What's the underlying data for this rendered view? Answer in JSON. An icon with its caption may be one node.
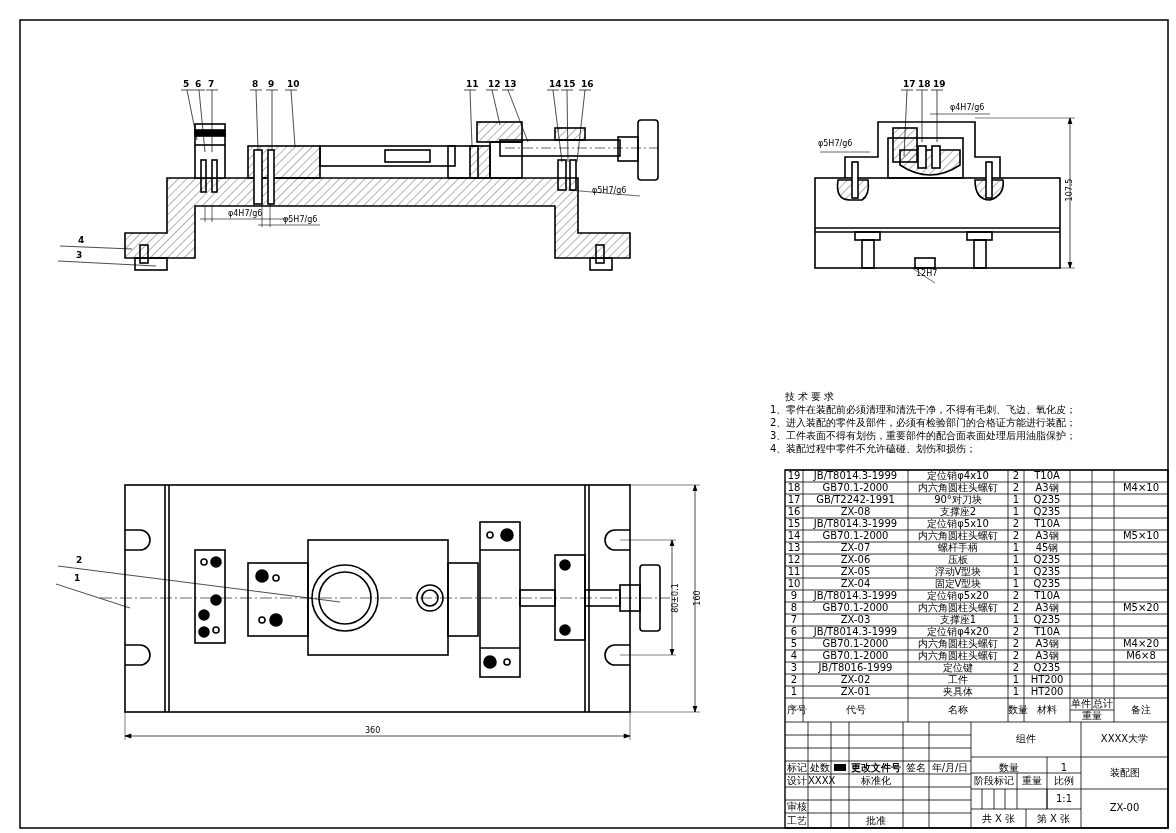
{
  "diagram": {
    "nodes": [
      {
        "text": [
          "5"
        ]
      },
      {
        "text": [
          "6"
        ]
      },
      {
        "text": [
          "7"
        ]
      },
      {
        "text": [
          "8"
        ]
      },
      {
        "text": [
          "9"
        ]
      },
      {
        "text": [
          "10"
        ]
      },
      {
        "text": [
          "11"
        ]
      },
      {
        "text": [
          "12"
        ]
      },
      {
        "text": [
          "13"
        ]
      },
      {
        "text": [
          "14"
        ]
      },
      {
        "text": [
          "15"
        ]
      },
      {
        "text": [
          "16"
        ]
      },
      {
        "text": [
          "17"
        ]
      },
      {
        "text": [
          "18"
        ]
      },
      {
        "text": [
          "19"
        ]
      },
      {
        "text": [
          "4"
        ]
      },
      {
        "text": [
          "3"
        ]
      },
      {
        "text": [
          "2"
        ]
      },
      {
        "text": [
          "1"
        ]
      }
    ],
    "edges": [
      {
        "from": 0,
        "to": null,
        "arrow": "none"
      },
      {
        "from": 1,
        "to": null,
        "arrow": "none"
      },
      {
        "from": 2,
        "to": null,
        "arrow": "none"
      },
      {
        "from": 3,
        "to": null,
        "arrow": "none"
      },
      {
        "from": 4,
        "to": null,
        "arrow": "none"
      },
      {
        "from": 5,
        "to": null,
        "arrow": "none"
      },
      {
        "from": 6,
        "to": null,
        "arrow": "none"
      },
      {
        "from": 7,
        "to": null,
        "arrow": "none"
      },
      {
        "from": 8,
        "to": null,
        "arrow": "none"
      },
      {
        "from": 9,
        "to": null,
        "arrow": "none"
      },
      {
        "from": 10,
        "to": null,
        "arrow": "none"
      },
      {
        "from": 11,
        "to": null,
        "arrow": "none"
      },
      {
        "from": 12,
        "to": null,
        "arrow": "none"
      },
      {
        "from": 13,
        "to": null,
        "arrow": "none"
      },
      {
        "from": 14,
        "to": null,
        "arrow": "none"
      },
      {
        "from": 15,
        "to": null,
        "arrow": "none"
      },
      {
        "from": 16,
        "to": null,
        "arrow": "none"
      },
      {
        "from": 17,
        "to": null,
        "arrow": "none"
      },
      {
        "from": 18,
        "to": null,
        "arrow": "none"
      }
    ],
    "labels": [
      "φ4H7/g6",
      "φ5H7/g6",
      "φ5H7/g6",
      "φ4H7/g6",
      "φ5H7/g6",
      "107.5",
      "12H7",
      "技术要求",
      "1、零件在装配前必须清理和清洗干净，不得有毛刺、飞边、氧化皮；",
      "2、进入装配的零件及部件，必须有检验部门的合格证方能进行装配；",
      "3、工件表面不得有划伤，重要部件的配合面表面处理后用油脂保护；",
      "4、装配过程中零件不允许磕碰、划伤和损伤；",
      "80±0.1",
      "160",
      "360",
      "19",
      "JB/T8014.3-1999",
      "定位销φ4x10",
      "2",
      "T10A",
      "18",
      "GB70.1-2000",
      "内六角圆柱头螺钉",
      "2",
      "A3钢",
      "M4×10",
      "17",
      "GB/T2242-1991",
      "90°对刀块",
      "1",
      "Q235",
      "16",
      "ZX-08",
      "支撑座2",
      "1",
      "Q235",
      "15",
      "JB/T8014.3-1999",
      "定位销φ5x10",
      "2",
      "T10A",
      "14",
      "GB70.1-2000",
      "内六角圆柱头螺钉",
      "2",
      "A3钢",
      "M5×10",
      "13",
      "ZX-07",
      "螺杆手柄",
      "1",
      "45钢",
      "12",
      "ZX-06",
      "压板",
      "1",
      "Q235",
      "11",
      "ZX-05",
      "浮动V型块",
      "1",
      "Q235",
      "10",
      "ZX-04",
      "固定V型块",
      "1",
      "Q235",
      "9",
      "JB/T8014.3-1999",
      "定位销φ5x20",
      "2",
      "T10A",
      "8",
      "GB70.1-2000",
      "内六角圆柱头螺钉",
      "2",
      "A3钢",
      "M5×20",
      "7",
      "ZX-03",
      "支撑座1",
      "1",
      "Q235",
      "6",
      "JB/T8014.3-1999",
      "定位销φ4x20",
      "2",
      "T10A",
      "5",
      "GB70.1-2000",
      "内六角圆柱头螺钉",
      "2",
      "A3钢",
      "M4×20",
      "4",
      "GB70.1-2000",
      "内六角圆柱头螺钉",
      "2",
      "A3钢",
      "M6×8",
      "3",
      "JB/T8016-1999",
      "定位键",
      "2",
      "Q235",
      "2",
      "ZX-02",
      "工件",
      "1",
      "HT200",
      "1",
      "ZX-01",
      "夹具体",
      "1",
      "HT200",
      "序号",
      "代号",
      "名称",
      "数量",
      "材料",
      "单件",
      "总计",
      "重量",
      "备注",
      "组件",
      "XXXX大学",
      "标记",
      "处数",
      "更改文件号",
      "签名",
      "年/月/日",
      "数量",
      "1",
      "装配图",
      "设计",
      "XXXX",
      "标准化",
      "阶段标记",
      "重量",
      "比例",
      "1:1",
      "审核",
      "ZX-00",
      "工艺",
      "批准",
      "共 X 张",
      "第 X 张"
    ]
  }
}
